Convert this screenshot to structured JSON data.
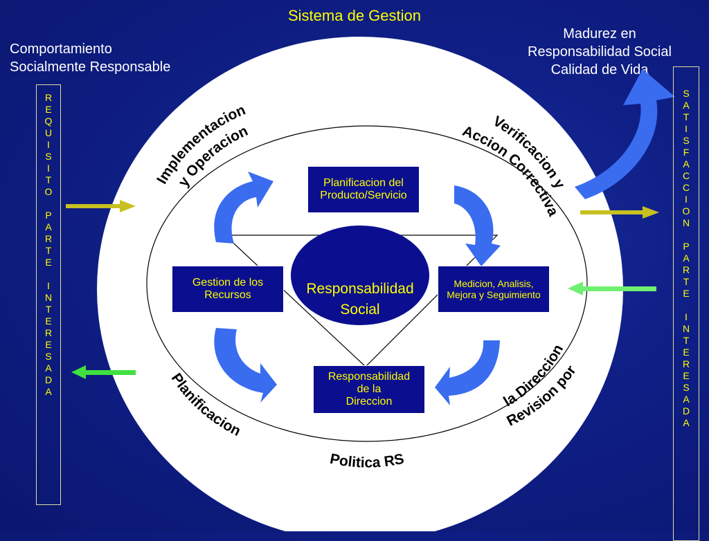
{
  "title": "Sistema de Gestion",
  "left_label": {
    "line1": "Comportamiento",
    "line2": "Socialmente Responsable"
  },
  "right_label": {
    "line1": "Madurez en",
    "line2": "Responsabilidad Social",
    "line3": "Calidad de Vida"
  },
  "left_column": [
    "R",
    "E",
    "Q",
    "U",
    "I",
    "S",
    "I",
    "T",
    "O",
    " ",
    "P",
    "A",
    "R",
    "T",
    "E",
    " ",
    "I",
    "N",
    "T",
    "E",
    "R",
    "E",
    "S",
    "A",
    "D",
    "A"
  ],
  "right_column": [
    "S",
    "A",
    "T",
    "I",
    "S",
    "F",
    "A",
    "C",
    "C",
    "I",
    "O",
    "N",
    " ",
    "P",
    "A",
    "R",
    "T",
    "E",
    " ",
    "I",
    "N",
    "T",
    "E",
    "R",
    "E",
    "S",
    "A",
    "D",
    "A"
  ],
  "center": {
    "line1": "Responsabilidad",
    "line2": "Social"
  },
  "boxes": {
    "top": {
      "line1": "Planificacion del",
      "line2": "Producto/Servicio"
    },
    "left": {
      "line1": "Gestion de los",
      "line2": "Recursos"
    },
    "right": {
      "line1": "Medicion, Analisis,",
      "line2": "Mejora y Seguimiento"
    },
    "bottom": {
      "line1": "Responsabilidad",
      "line2": "de la",
      "line3": "Direccion"
    }
  },
  "ring_labels": {
    "implementacion": {
      "line1": "Implementacion",
      "line2": "y Operacion"
    },
    "verificacion": {
      "line1": "Verificacion y",
      "line2": "Accion Correctiva"
    },
    "revision": {
      "line1": "Revision por",
      "line2": "la Direccion"
    },
    "politica": "Politica RS",
    "planificacion": "Planificacion"
  },
  "colors": {
    "background": "#0f1f86",
    "text_yellow": "#ffff00",
    "box_fill": "#0b0f8f",
    "arrow_blue": "#3a6cf0",
    "arrow_olive": "#c8c020",
    "arrow_green": "#40e040"
  }
}
